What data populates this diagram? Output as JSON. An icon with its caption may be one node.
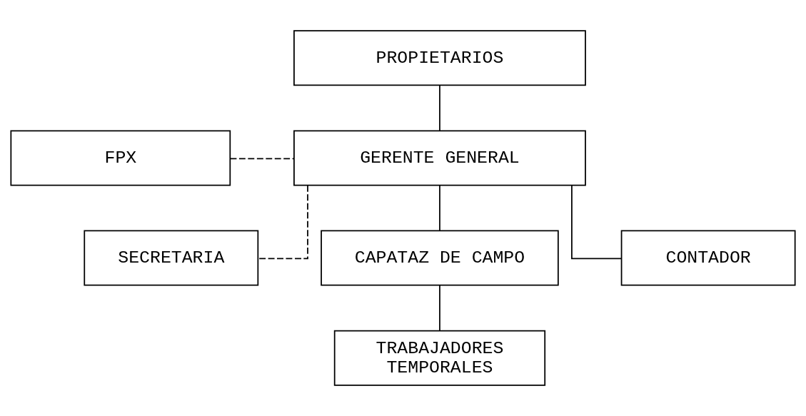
{
  "diagram": {
    "nodes": [
      {
        "text": [
          "PROPIETARIOS"
        ]
      },
      {
        "text": [
          "FPX"
        ]
      },
      {
        "text": [
          "GERENTE GENERAL"
        ]
      },
      {
        "text": [
          "SECRETARIA"
        ]
      },
      {
        "text": [
          "CAPATAZ DE CAMPO"
        ]
      },
      {
        "text": [
          "CONTADOR"
        ]
      },
      {
        "text": [
          "TRABAJADORES TEMPORALES"
        ]
      }
    ],
    "edges": [
      {
        "from": 0,
        "to": 2,
        "arrow": "none"
      },
      {
        "from": 1,
        "to": 2,
        "arrow": "none",
        "style": "dashed"
      },
      {
        "from": 2,
        "to": 3,
        "arrow": "none",
        "style": "dashed"
      },
      {
        "from": 2,
        "to": 4,
        "arrow": "none"
      },
      {
        "from": 2,
        "to": 5,
        "arrow": "none"
      },
      {
        "from": 4,
        "to": 6,
        "arrow": "none"
      }
    ]
  }
}
